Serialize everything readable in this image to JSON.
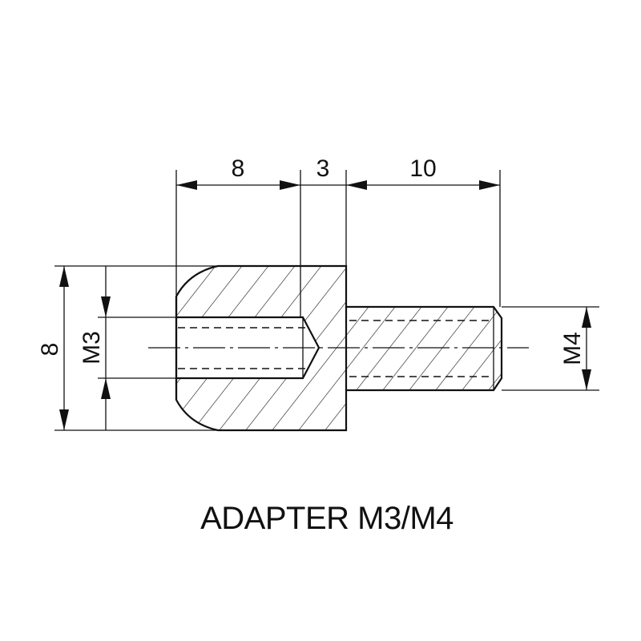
{
  "drawing": {
    "title": "ADAPTER M3/M4",
    "dimensions": {
      "length_nut": "8",
      "length_collar": "3",
      "length_thread": "10",
      "height_overall": "8",
      "thread_internal": "M3",
      "thread_external": "M4"
    }
  }
}
